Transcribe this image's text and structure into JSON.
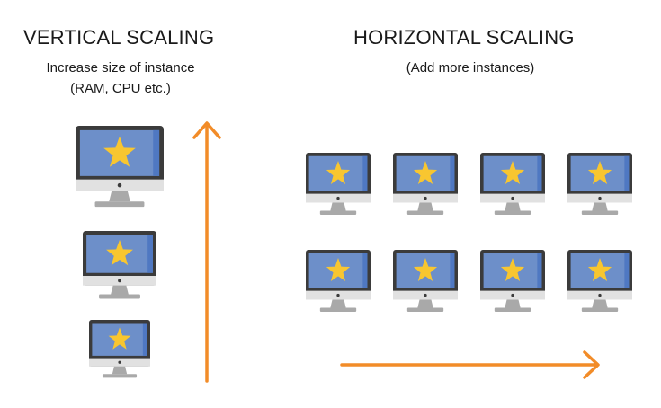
{
  "vertical": {
    "title": "VERTICAL SCALING",
    "subtitle_line1": "Increase size of instance",
    "subtitle_line2": "(RAM, CPU etc.)"
  },
  "horizontal": {
    "title": "HORIZONTAL SCALING",
    "subtitle": "(Add more instances)"
  },
  "colors": {
    "arrow": "#f28c28",
    "screen": "#6d8fc9",
    "screen_edge": "#4f78c2",
    "bezel": "#3b3b3b",
    "chin": "#e1e1e1",
    "stand": "#a9a9a9",
    "star": "#f8c630",
    "dot": "#3b3b3b"
  },
  "icons": {
    "monitor": "monitor-icon",
    "star": "star-icon",
    "arrow_up": "arrow-up-icon",
    "arrow_right": "arrow-right-icon"
  }
}
